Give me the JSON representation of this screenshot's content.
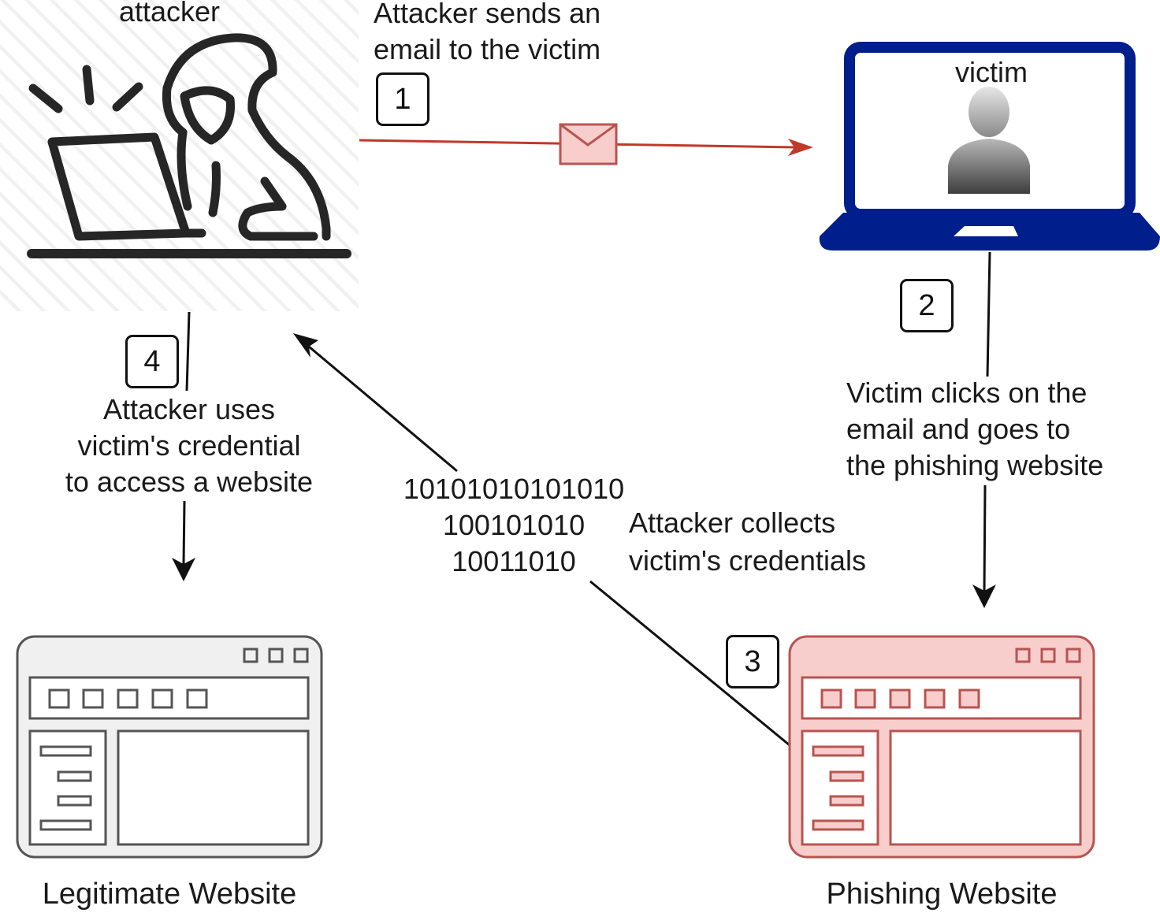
{
  "nodes": {
    "attacker_label": "attacker",
    "victim_label": "victim",
    "legitimate_label": "Legitimate Website",
    "phishing_label": "Phishing Website"
  },
  "steps": {
    "s1": {
      "number": "1",
      "text": "Attacker sends an\nemail to the victim"
    },
    "s2": {
      "number": "2",
      "text": "Victim clicks on the\nemail and goes to\n the phishing website"
    },
    "s3": {
      "number": "3",
      "text": "Attacker collects\nvictim's credentials",
      "binary": "10101010101010\n100101010\n10011010"
    },
    "s4": {
      "number": "4",
      "text": "Attacker uses\nvictim's credential\nto access a website"
    }
  },
  "colors": {
    "email_arrow": "#c0392b",
    "envelope_fill": "#f8cecc",
    "laptop_blue": "#001e8c",
    "phishing_stroke": "#b85450",
    "phishing_fill": "#f8cecc",
    "legit_stroke": "#555555",
    "legit_fill": "#f0f0f0"
  },
  "icons": {
    "attacker": "hacker-at-laptop-icon",
    "victim": "laptop-with-user-icon",
    "email": "envelope-icon",
    "legitimate": "browser-window-icon",
    "phishing": "browser-window-icon"
  }
}
